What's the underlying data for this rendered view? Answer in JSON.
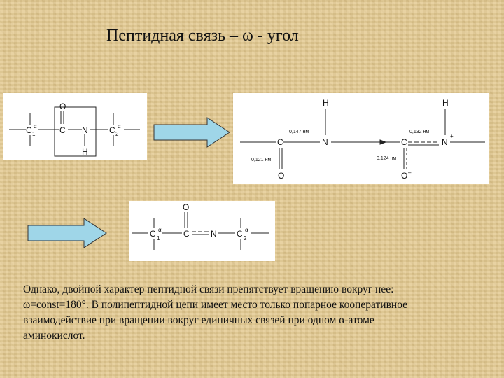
{
  "slide": {
    "title": "Пептидная связь – ω - угол",
    "body_lines": [
      "Однако, двойной характер пептидной связи препятствует вращению вокруг нее:",
      "ω=const=180°. В полипептидной цепи имеет место только попарное кооперативное",
      "взаимодействие при вращении вокруг единичных связей при одном α-атоме",
      "аминокислот."
    ]
  },
  "diagram1": {
    "atoms": {
      "c1": "C",
      "c": "C",
      "n": "N",
      "c2": "C",
      "o": "O",
      "h": "H"
    },
    "subs": {
      "c1": "1",
      "c2": "2"
    },
    "sups": {
      "c1": "α",
      "c2": "α"
    }
  },
  "diagram2": {
    "left": {
      "h": "H",
      "n": "N",
      "c": "C",
      "o": "O",
      "bond_cn": "0,147 нм",
      "bond_co": "0,121 нм"
    },
    "right": {
      "h": "H",
      "n": "N",
      "c": "C",
      "o": "O",
      "o_charge": "–",
      "n_charge": "+",
      "bond_cn": "0,132 нм",
      "bond_co": "0,124 нм"
    }
  },
  "diagram3": {
    "atoms": {
      "o": "O",
      "c1": "C",
      "c": "C",
      "n": "N",
      "c2": "C"
    },
    "subs": {
      "c1": "1",
      "c2": "2"
    },
    "sups": {
      "c1": "α",
      "c2": "α"
    }
  },
  "colors": {
    "background": "#e3c98f",
    "arrow_fill": "#9fd6e8",
    "arrow_stroke": "#333333"
  }
}
